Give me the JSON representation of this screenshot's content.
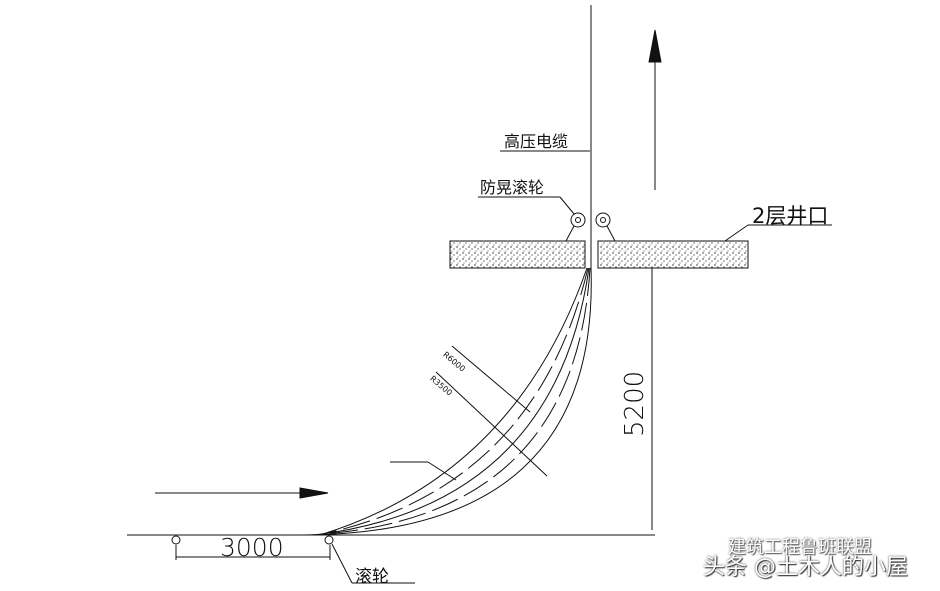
{
  "labels": {
    "cable": "高压电缆",
    "anti_sway_roller": "防晃滚轮",
    "floor_opening": "2层井口",
    "roller": "滚轮",
    "radius_outer": "R6000",
    "radius_inner": "R3500",
    "dim_height": "5200",
    "dim_length": "3000"
  },
  "watermark": {
    "line1": "建筑工程鲁班联盟",
    "line2": "头条 @土木人的小屋"
  }
}
